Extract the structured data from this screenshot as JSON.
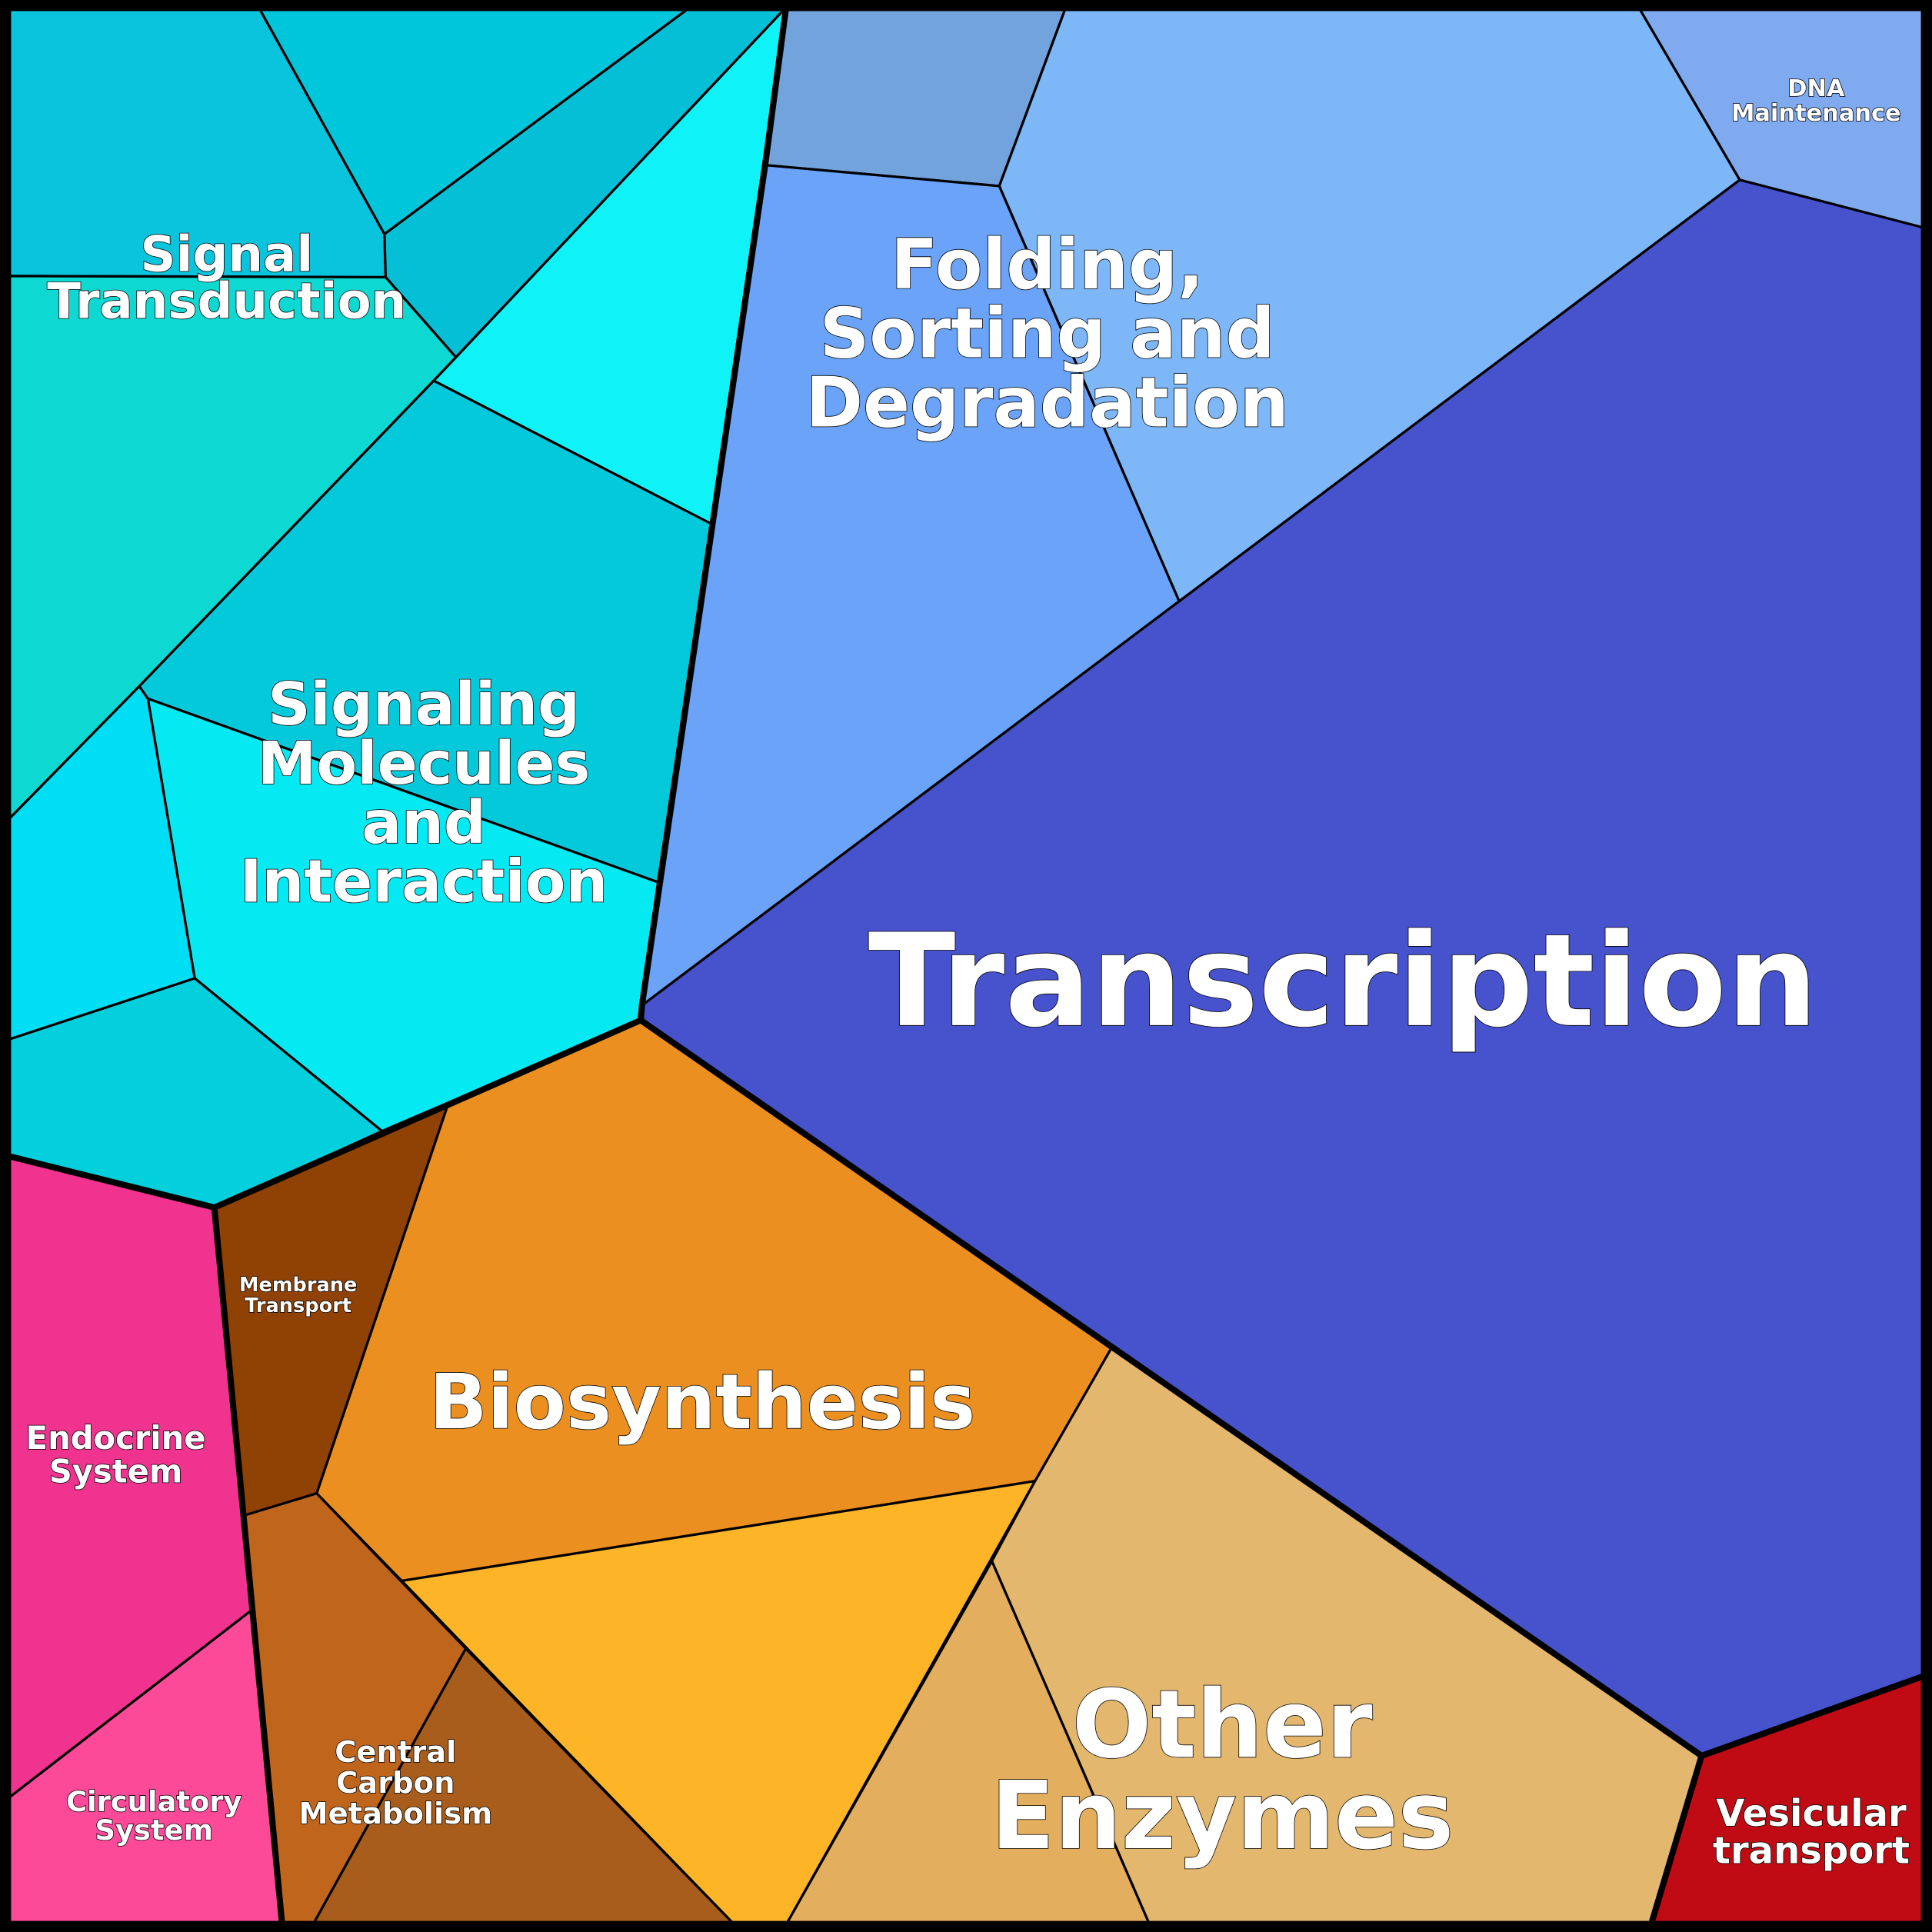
{
  "title": "Voronoi treemap of functional categories",
  "groups": [
    {
      "id": "signal_transduction",
      "label": "Signal Transduction",
      "color": "#0ed8d2"
    },
    {
      "id": "signaling_molecules",
      "label": "Signaling Molecules and Interaction",
      "color": "#04c9db"
    },
    {
      "id": "folding",
      "label": "Folding, Sorting and Degradation",
      "color": "#7db7f7"
    },
    {
      "id": "dna_maintenance",
      "label": "DNA Maintenance",
      "color": "#7faaf0"
    },
    {
      "id": "transcription",
      "label": "Transcription",
      "color": "#4752cd"
    },
    {
      "id": "vesicular",
      "label": "Vesicular transport",
      "color": "#c10b14"
    },
    {
      "id": "other_enzymes",
      "label": "Other Enzymes",
      "color": "#e4b76e"
    },
    {
      "id": "biosynthesis",
      "label": "Biosynthesis",
      "color": "#eb9020"
    },
    {
      "id": "membrane_transport",
      "label": "Membrane Transport",
      "color": "#8f4204"
    },
    {
      "id": "central_carbon",
      "label": "Central Carbon Metabolism",
      "color": "#c0661c"
    },
    {
      "id": "endocrine",
      "label": "Endocrine System",
      "color": "#ef338e"
    },
    {
      "id": "circulatory",
      "label": "Circulatory System",
      "color": "#fc4998"
    }
  ],
  "labels": {
    "signal_transduction": [
      "Signal",
      "Transduction"
    ],
    "signaling_molecules": [
      "Signaling",
      "Molecules",
      "and",
      "Interaction"
    ],
    "folding": [
      "Folding,",
      "Sorting and",
      "Degradation"
    ],
    "dna_maintenance": [
      "DNA",
      "Maintenance"
    ],
    "transcription": [
      "Transcription"
    ],
    "vesicular": [
      "Vesicular",
      "transport"
    ],
    "other_enzymes": [
      "Other",
      "Enzymes"
    ],
    "biosynthesis": [
      "Biosynthesis"
    ],
    "membrane_transport": [
      "Membrane",
      "Transport"
    ],
    "central_carbon": [
      "Central",
      "Carbon",
      "Metabolism"
    ],
    "endocrine": [
      "Endocrine",
      "System"
    ],
    "circulatory": [
      "Circulatory",
      "System"
    ]
  },
  "cell_colors": {
    "st_a": "#0ac3dc",
    "st_b": "#00c6dc",
    "st_c": "#04bfd6",
    "st_d": "#0ed8d2",
    "st_e": "#0ff3f8",
    "sm_f": "#04c9db",
    "sm_g": "#05e9f2",
    "sm_h": "#00def5",
    "sm_i": "#04cfdc",
    "fo_a": "#72a3dc",
    "fo_b": "#7db7f7",
    "fo_c": "#6aa3f7",
    "dna": "#7faaf0",
    "tr": "#4752cd",
    "ve": "#c10b14",
    "oe_a": "#e4b76e",
    "oe_b": "#e3ae5e",
    "bi_a": "#eb9020",
    "bi_b": "#fdb527",
    "mt": "#8f4204",
    "cc_a": "#c0661c",
    "cc_b": "#a85d1c",
    "en": "#ef338e",
    "ci": "#fc4998"
  }
}
